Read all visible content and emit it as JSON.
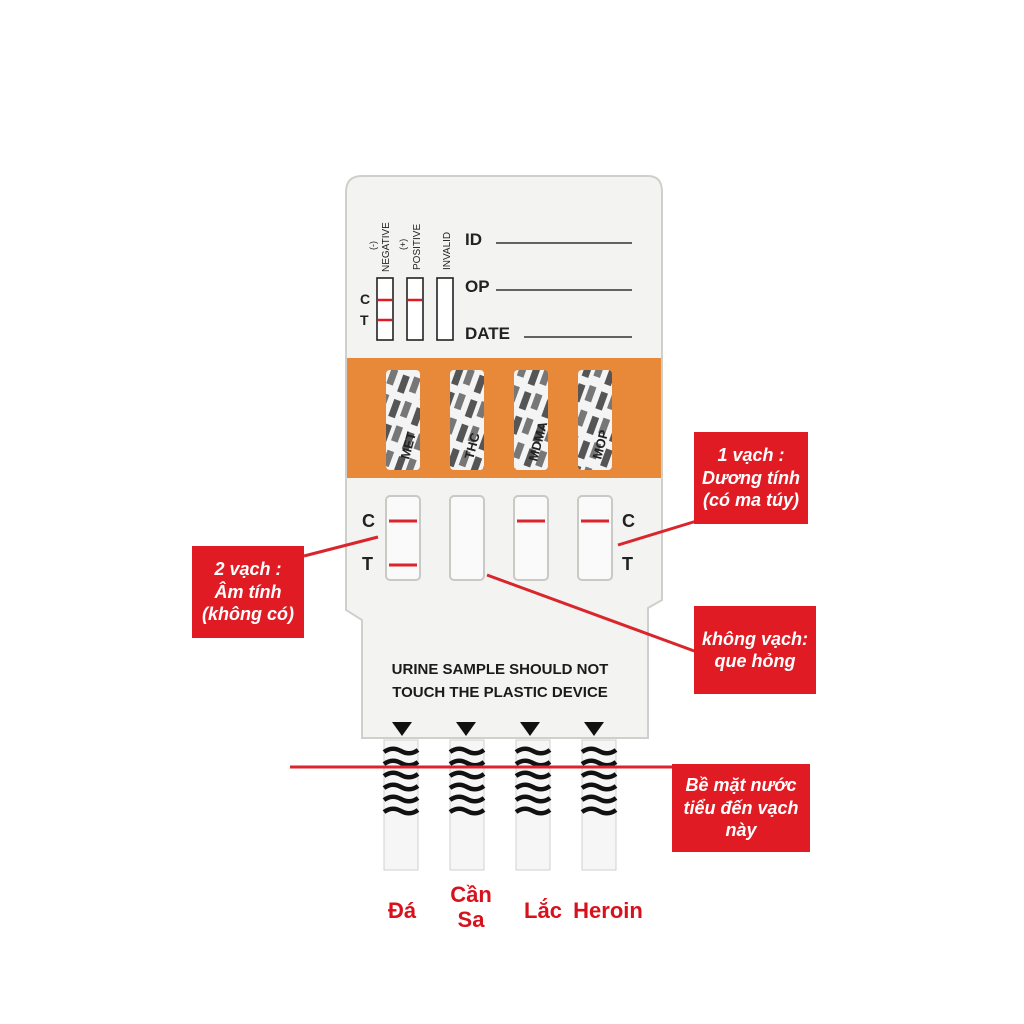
{
  "legend": {
    "negative": [
      "(-)",
      "NEGATIVE"
    ],
    "positive": [
      "(+)",
      "POSITIVE"
    ],
    "invalid": "INVALID",
    "c_letter": "C",
    "t_letter": "T"
  },
  "form_fields": {
    "id": "ID",
    "op": "OP",
    "date": "DATE"
  },
  "strip_codes": [
    "MET",
    "THC",
    "MDMA",
    "MOP"
  ],
  "result_letters": {
    "c": "C",
    "t": "T"
  },
  "device_text": [
    "URINE SAMPLE SHOULD NOT",
    "TOUCH THE PLASTIC DEVICE"
  ],
  "callouts": {
    "negative": [
      "2 vạch :",
      "Âm tính",
      "(không có)"
    ],
    "positive": [
      "1 vạch :",
      "Dương tính",
      "(có ma túy)"
    ],
    "invalid": [
      "không vạch:",
      "que hỏng"
    ],
    "dip_line": [
      "Bề mặt nước",
      "tiểu đến vạch",
      "này"
    ]
  },
  "drug_labels": [
    {
      "lines": [
        "Đá"
      ]
    },
    {
      "lines": [
        "Cần",
        "Sa"
      ]
    },
    {
      "lines": [
        "Lắc"
      ]
    },
    {
      "lines": [
        "Heroin"
      ]
    }
  ],
  "colors": {
    "orange_band": "#e8893a",
    "red": "#e01b23",
    "body": "#f3f3f1",
    "line_red": "#d9252c"
  }
}
